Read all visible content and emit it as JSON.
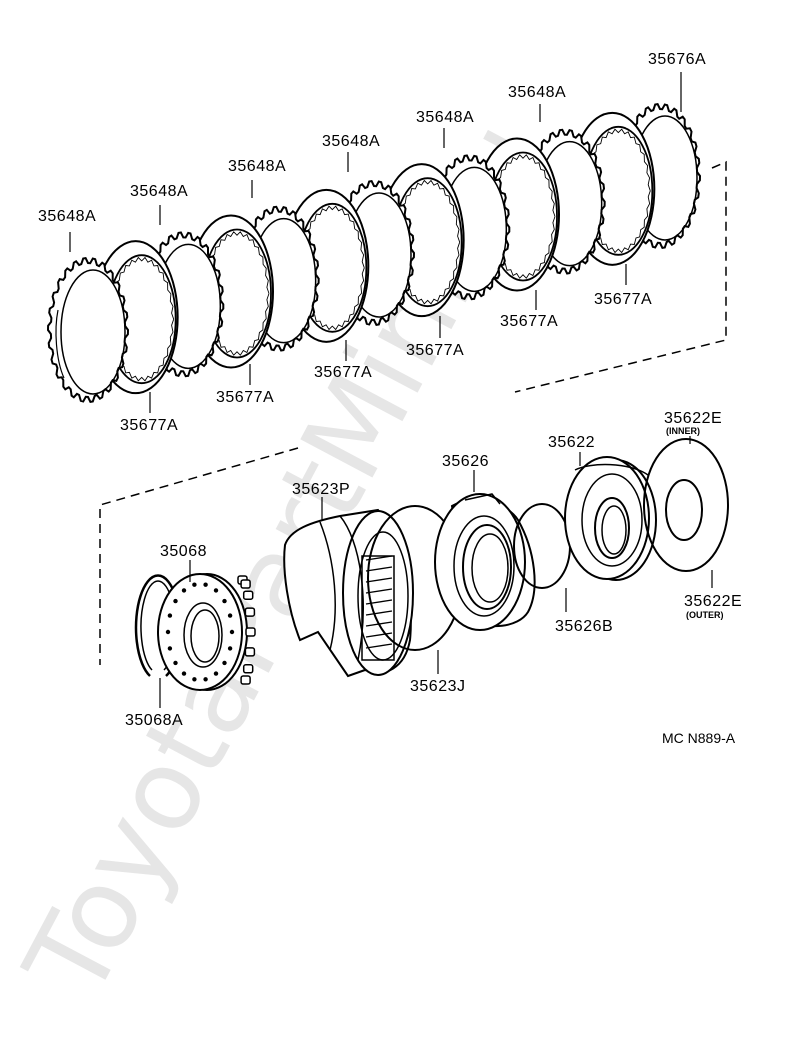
{
  "watermark": "ToyotaPartMini.ru",
  "diagram_code": "MC N889-A",
  "labels": {
    "p35676A": "35676A",
    "p35648A": "35648A",
    "p35677A": "35677A",
    "p35622E": "35622E",
    "p35622E_inner": "(INNER)",
    "p35622E_outer": "(OUTER)",
    "p35622": "35622",
    "p35626": "35626",
    "p35626B": "35626B",
    "p35623P": "35623P",
    "p35623J": "35623J",
    "p35068": "35068",
    "p35068A": "35068A"
  }
}
